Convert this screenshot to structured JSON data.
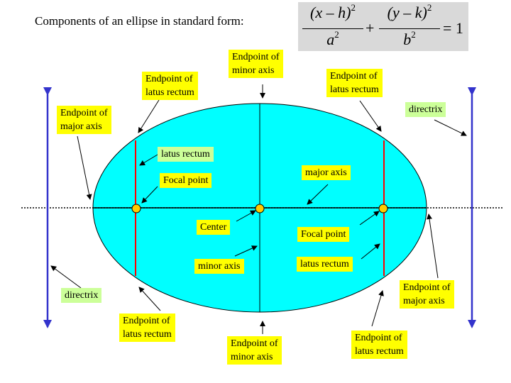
{
  "title": "Components of an ellipse in standard form:",
  "formula": {
    "term1_numerator": "(x – h)",
    "term1_denominator": "a",
    "term2_numerator": "(y – k)",
    "term2_denominator": "b",
    "exponent": "2",
    "plus": "+",
    "equals_one": "= 1"
  },
  "colors": {
    "ellipse_fill": "#00ffff",
    "directrix": "#3333cc",
    "latus_rectum": "#ff0000",
    "point_fill": "#ffcc00",
    "label_yellow": "#ffff00",
    "label_green": "#ccff99",
    "formula_bg": "#d9d9d9"
  },
  "labels": {
    "endpoint_minor_top": [
      "Endpoint of",
      "minor axis"
    ],
    "endpoint_minor_bottom": [
      "Endpoint of",
      "minor axis"
    ],
    "endpoint_latus_top_left": [
      "Endpoint of",
      "latus rectum"
    ],
    "endpoint_latus_top_right": [
      "Endpoint of",
      "latus rectum"
    ],
    "endpoint_latus_bottom_left": [
      "Endpoint of",
      "latus rectum"
    ],
    "endpoint_latus_bottom_right": [
      "Endpoint of",
      "latus rectum"
    ],
    "endpoint_major_left": [
      "Endpoint of",
      "major axis"
    ],
    "endpoint_major_right": [
      "Endpoint of",
      "major axis"
    ],
    "directrix_right": "directrix",
    "directrix_left": "directrix",
    "latus_rectum_left": "latus rectum",
    "latus_rectum_right": "latus rectum",
    "focal_point_left": "Focal point",
    "focal_point_right": "Focal point",
    "major_axis": "major axis",
    "minor_axis": "minor axis",
    "center": "Center"
  }
}
